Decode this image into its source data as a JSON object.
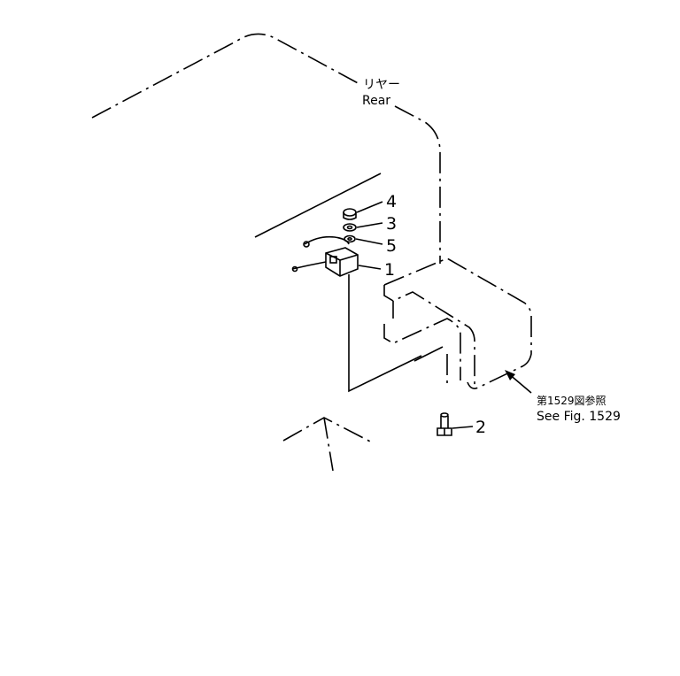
{
  "labels": {
    "rear_jp": "リヤー",
    "rear_en": "Rear",
    "ref_jp": "第1529図参照",
    "ref_en": "See Fig. 1529"
  },
  "parts": [
    {
      "number": "4"
    },
    {
      "number": "3"
    },
    {
      "number": "5"
    },
    {
      "number": "1"
    },
    {
      "number": "2"
    }
  ]
}
